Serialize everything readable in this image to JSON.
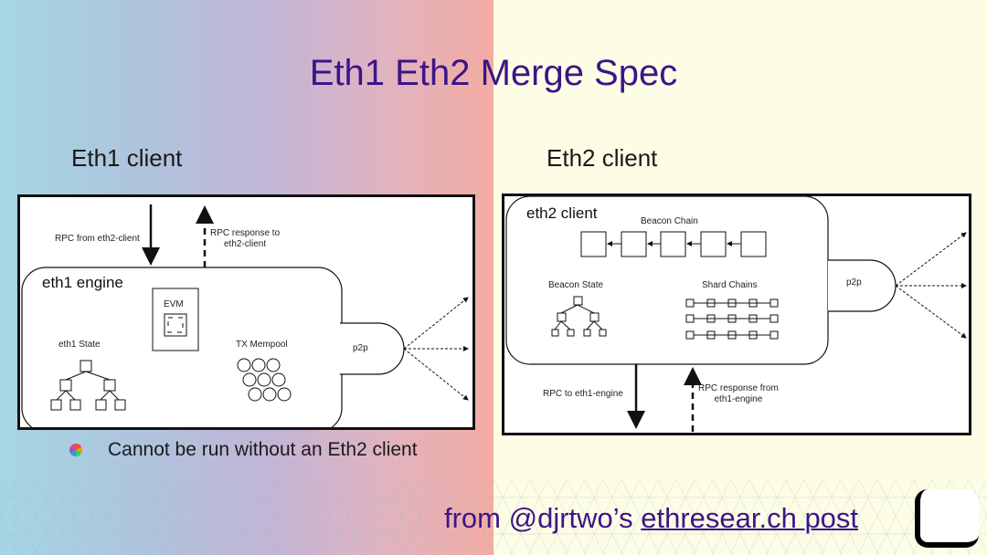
{
  "slide": {
    "title": "Eth1 Eth2 Merge Spec",
    "background": {
      "left_gradient_start": "#a5d6e4",
      "left_gradient_end": "#f3aca3",
      "right": "#fdfde6"
    },
    "title_color": "#3d1487"
  },
  "eth1": {
    "heading": "Eth1 client",
    "diagram": {
      "rpc_in_label": "RPC from eth2-client",
      "rpc_out_label_line1": "RPC response to",
      "rpc_out_label_line2": "eth2-client",
      "engine_label": "eth1 engine",
      "evm_label": "EVM",
      "state_label": "eth1 State",
      "mempool_label": "TX Mempool",
      "p2p_label": "p2p"
    },
    "bullet": "Cannot be run without an Eth2 client"
  },
  "eth2": {
    "heading": "Eth2 client",
    "diagram": {
      "client_label": "eth2 client",
      "beacon_chain_label": "Beacon Chain",
      "beacon_state_label": "Beacon State",
      "shard_chains_label": "Shard Chains",
      "p2p_label": "p2p",
      "rpc_out_label": "RPC to eth1-engine",
      "rpc_in_label_line1": "RPC response from",
      "rpc_in_label_line2": "eth1-engine"
    }
  },
  "footer": {
    "prefix": "from @djrtwo’s ",
    "link_text": "ethresear.ch post"
  }
}
